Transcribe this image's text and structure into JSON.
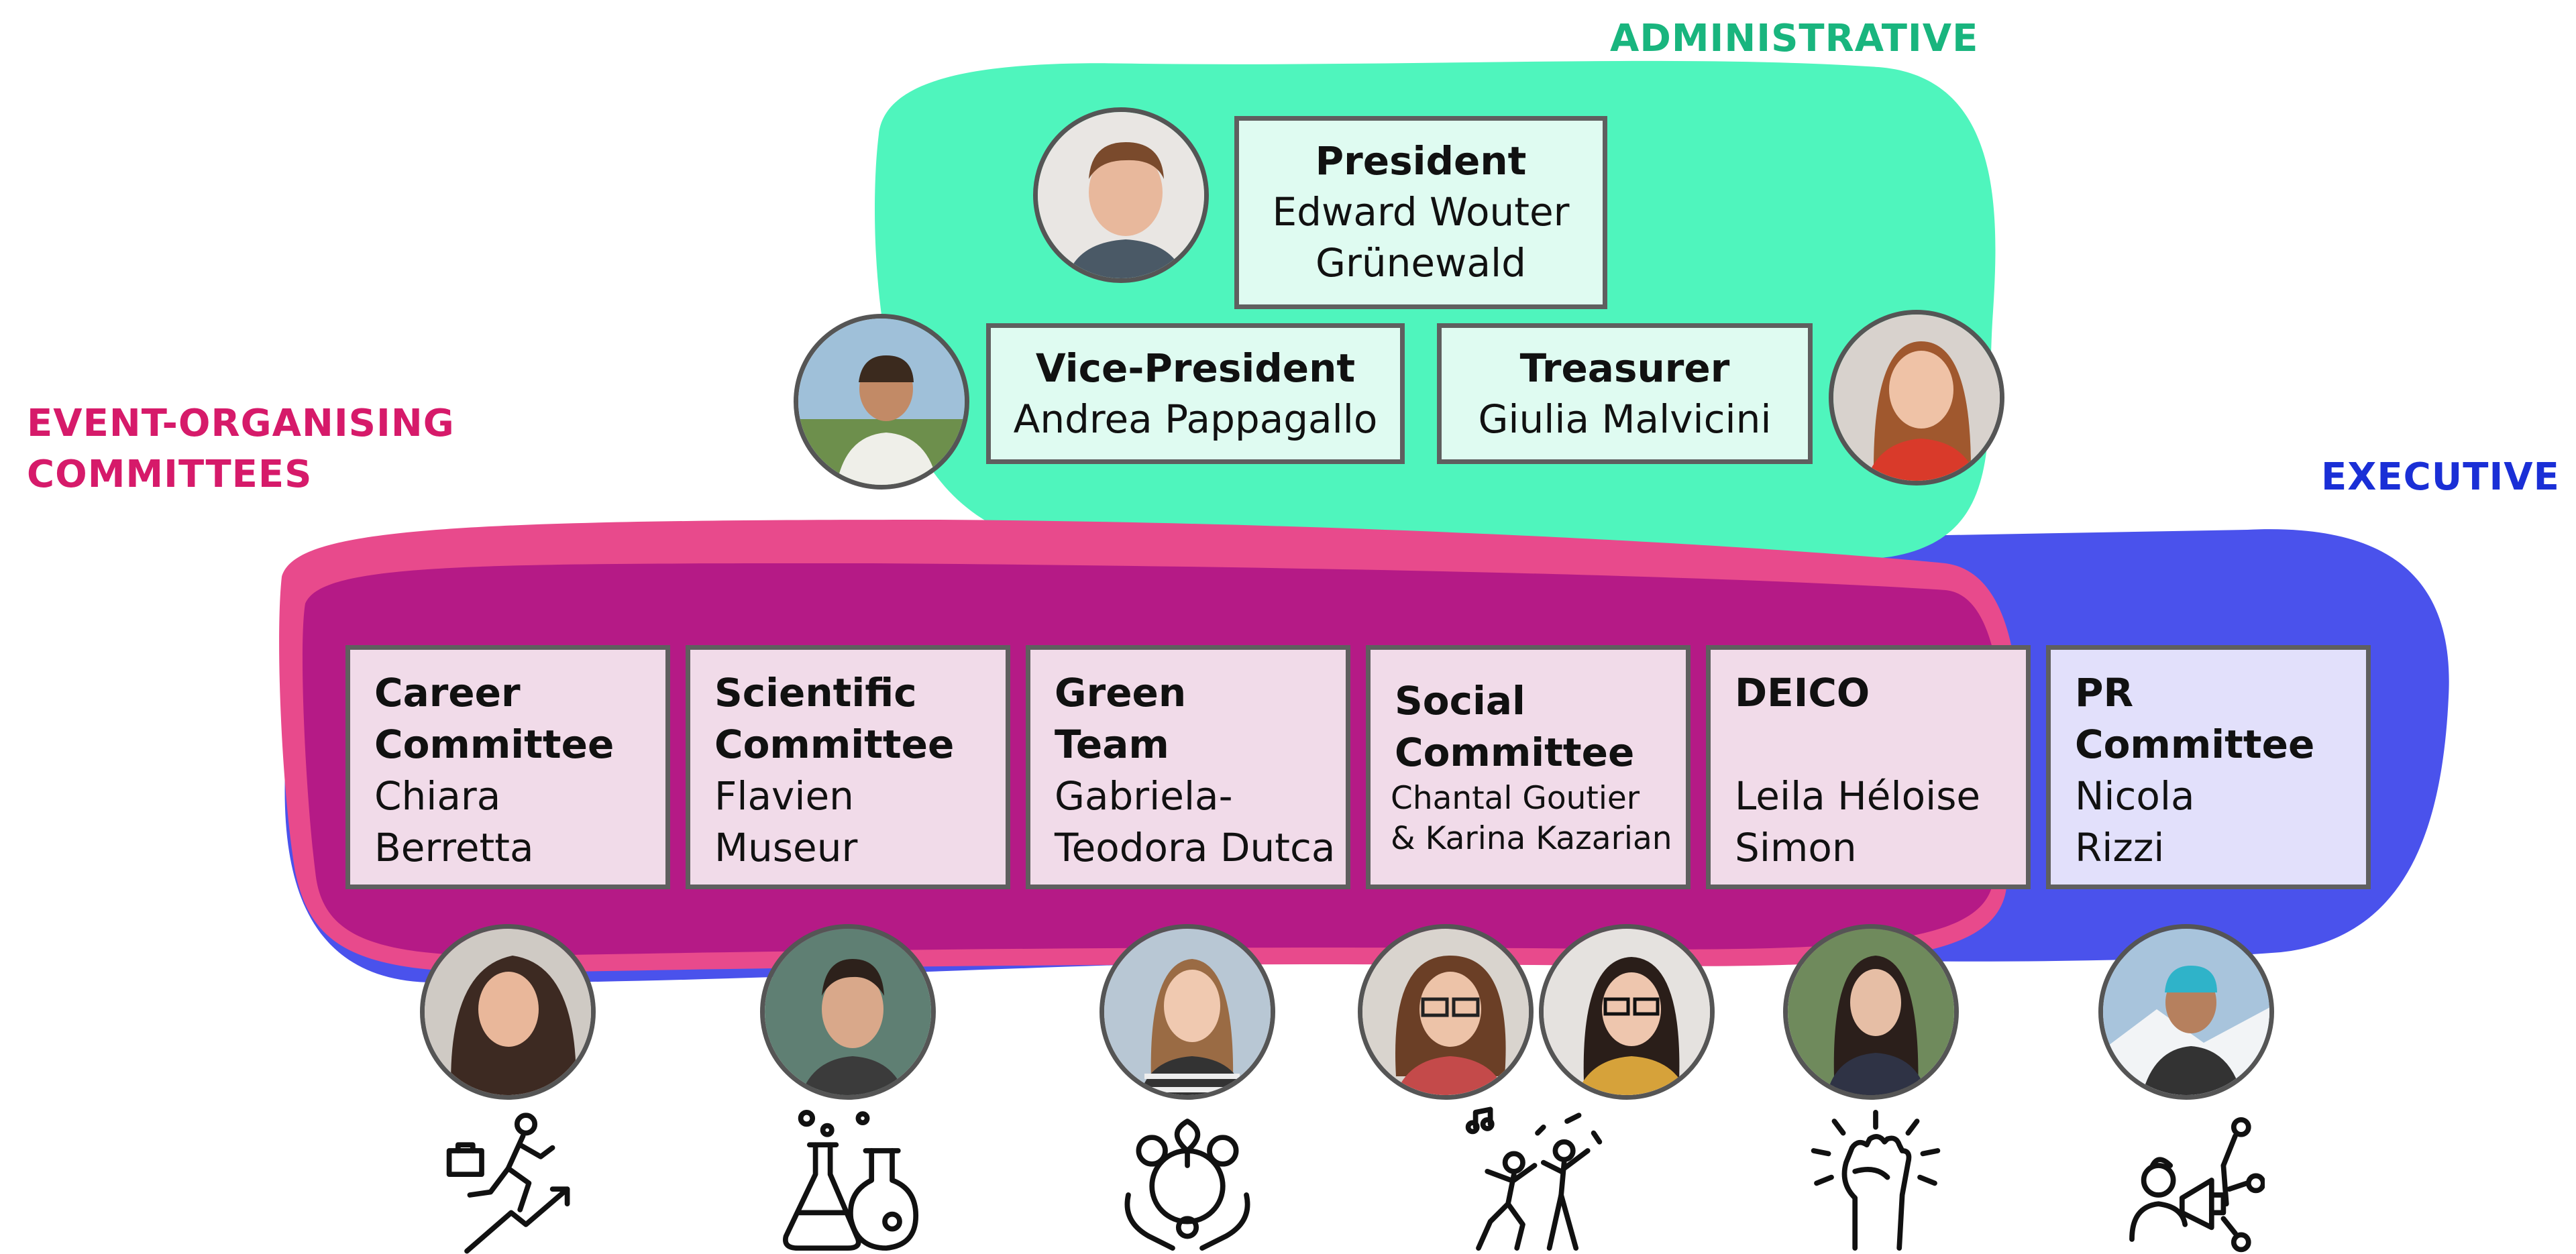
{
  "groups": {
    "administrative": "ADMINISTRATIVE",
    "event_organising_line1": "EVENT-ORGANISING",
    "event_organising_line2": "COMMITTEES",
    "executive": "EXECUTIVE"
  },
  "colors": {
    "administrative": "#19b57e",
    "administrative_fill": "#4ff5bd",
    "event_organising": "#d61a6a",
    "event_organising_fill": "#e84a8c",
    "executive": "#1a2fd6",
    "executive_fill": "#4a52ec",
    "overlap_fill": "#b51a86"
  },
  "administrative": {
    "president": {
      "role": "President",
      "name_line1": "Edward Wouter",
      "name_line2": "Grünewald"
    },
    "vice_president": {
      "role": "Vice-President",
      "name": "Andrea Pappagallo"
    },
    "treasurer": {
      "role": "Treasurer",
      "name": "Giulia Malvicini"
    }
  },
  "committees": [
    {
      "role_line1": "Career",
      "role_line2": "Committee",
      "name_line1": "Chiara",
      "name_line2": "Berretta",
      "icon": "career-growth-icon"
    },
    {
      "role_line1": "Scientific",
      "role_line2": "Committee",
      "name_line1": "Flavien",
      "name_line2": "Museur",
      "icon": "chemistry-flasks-icon"
    },
    {
      "role_line1": "Green",
      "role_line2": "Team",
      "name_line1": "Gabriela-",
      "name_line2": "Teodora Dutca",
      "icon": "earth-in-hands-icon"
    },
    {
      "role_line1": "Social",
      "role_line2": "Committee",
      "name_line1": "Chantal Goutier",
      "name_line2": "& Karina Kazarian",
      "icon": "dancing-people-icon"
    },
    {
      "role_line1": "DEICO",
      "role_line2": "",
      "name_line1": "Leila Héloise",
      "name_line2": "Simon",
      "icon": "raised-fist-icon"
    },
    {
      "role_line1": "PR",
      "role_line2": "Committee",
      "name_line1": "Nicola",
      "name_line2": "Rizzi",
      "icon": "megaphone-person-icon"
    }
  ]
}
